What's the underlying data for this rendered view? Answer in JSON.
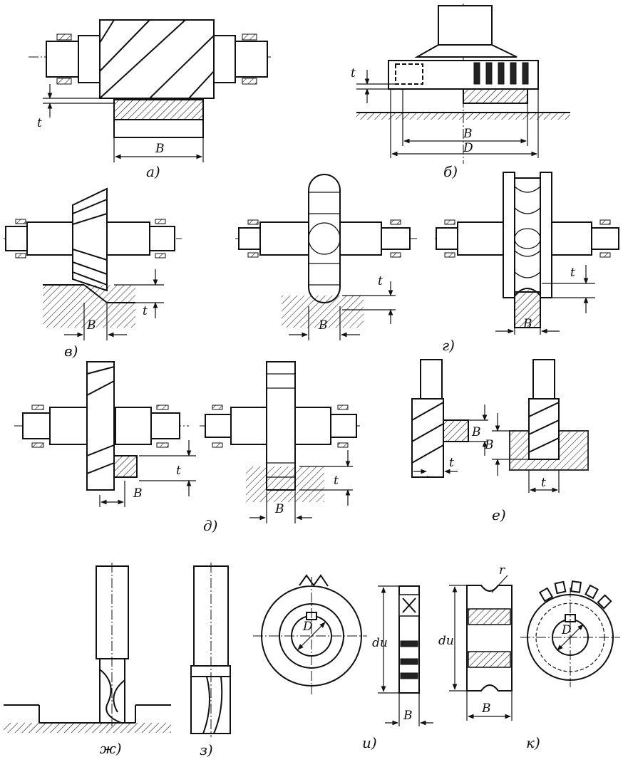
{
  "figures": {
    "a": {
      "caption": "а)",
      "dims": [
        "t",
        "B"
      ]
    },
    "b": {
      "caption": "б)",
      "dims": [
        "t",
        "B",
        "D"
      ]
    },
    "v": {
      "caption": "в)",
      "dims": [
        "t",
        "B"
      ]
    },
    "g": {
      "caption": "г)",
      "dims_left": [
        "t",
        "B"
      ],
      "dims_right": [
        "t",
        "B"
      ]
    },
    "d": {
      "caption": "д)",
      "dims_left": [
        "t",
        "B"
      ],
      "dims_right": [
        "t",
        "B"
      ]
    },
    "e": {
      "caption": "е)",
      "dims_left": [
        "B",
        "t"
      ],
      "dims_right": [
        "B",
        "t"
      ]
    },
    "zh": {
      "caption": "ж)"
    },
    "z": {
      "caption": "з)"
    },
    "i": {
      "caption": "и)",
      "dims": [
        "D",
        "dи",
        "B"
      ]
    },
    "k": {
      "caption": "к)",
      "dims": [
        "r",
        "dи",
        "B",
        "D"
      ]
    }
  }
}
